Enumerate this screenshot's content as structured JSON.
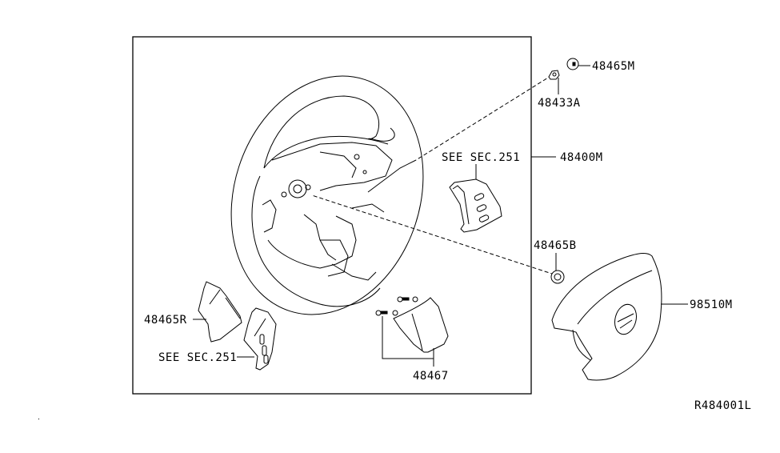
{
  "diagram": {
    "title": "Steering Wheel Assembly",
    "reference_code": "R484001L",
    "colors": {
      "line": "#000000",
      "background": "#ffffff"
    },
    "callouts": [
      {
        "id": "48465M",
        "label": "48465M",
        "part": "cap"
      },
      {
        "id": "48433A",
        "label": "48433A",
        "part": "bolt"
      },
      {
        "id": "48400M",
        "label": "48400M",
        "part": "steering-wheel-assembly"
      },
      {
        "id": "see-sec-251-right",
        "label": "SEE SEC.251",
        "part": "switch-right"
      },
      {
        "id": "48465B",
        "label": "48465B",
        "part": "nut"
      },
      {
        "id": "98510M",
        "label": "98510M",
        "part": "airbag-module"
      },
      {
        "id": "48465R",
        "label": "48465R",
        "part": "finisher-right"
      },
      {
        "id": "see-sec-251-left",
        "label": "SEE SEC.251",
        "part": "switch-left"
      },
      {
        "id": "48467",
        "label": "48467",
        "part": "lower-cover"
      }
    ]
  }
}
